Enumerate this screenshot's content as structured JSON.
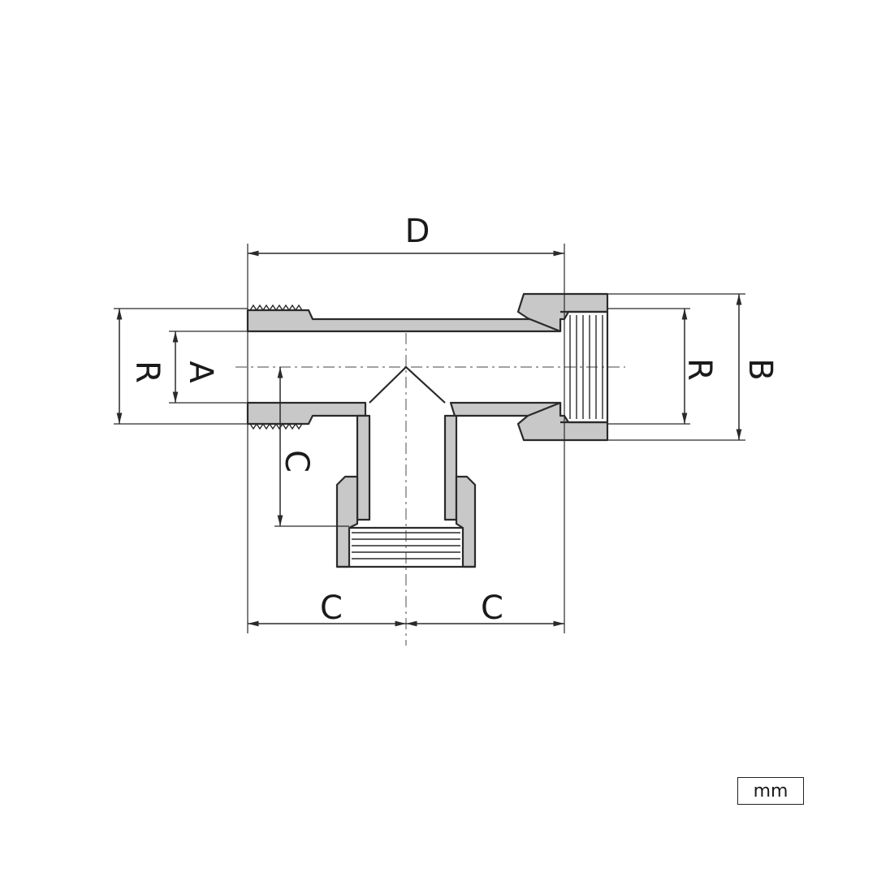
{
  "labels": {
    "D": "D",
    "R_left": "R",
    "A": "A",
    "C_vertical": "C",
    "C_bottom_left": "C",
    "C_bottom_right": "C",
    "R_right": "R",
    "B": "B"
  },
  "unit": "mm"
}
